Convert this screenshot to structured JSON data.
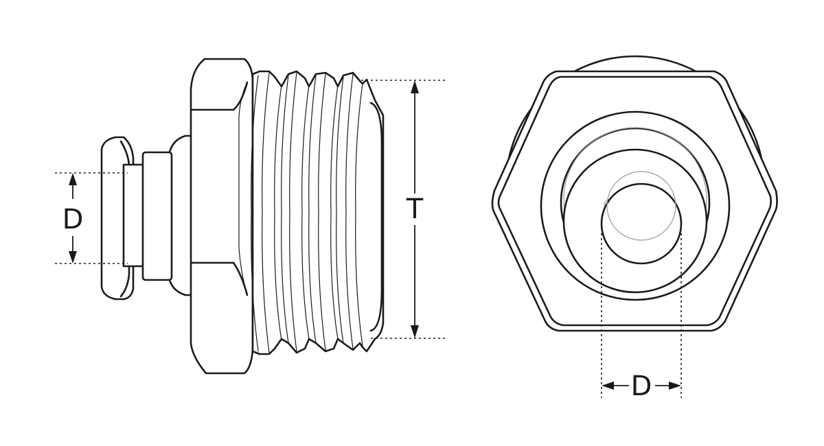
{
  "labels": {
    "side_diameter": "D",
    "thread_length": "T",
    "front_diameter": "D"
  },
  "colors": {
    "line": "#1a1a1a",
    "background": "#ffffff"
  }
}
